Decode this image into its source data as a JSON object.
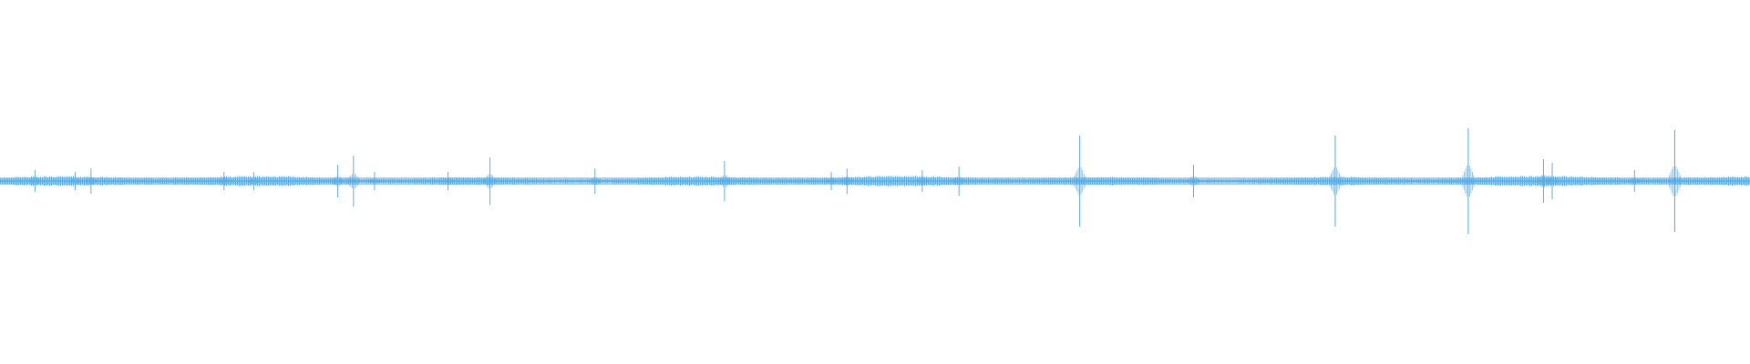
{
  "colors": {
    "background": "#ffffff",
    "waveform": "#5aa8dd"
  },
  "chart_data": {
    "type": "area",
    "title": "",
    "xlabel": "",
    "ylabel": "",
    "xlim": [
      0,
      1
    ],
    "ylim": [
      -1,
      1
    ],
    "grid": false,
    "legend": "none",
    "series": [
      {
        "baseline_amplitude": 0.04,
        "peaks": [
          {
            "x": 0.02,
            "amplitude": 0.06
          },
          {
            "x": 0.043,
            "amplitude": 0.05
          },
          {
            "x": 0.052,
            "amplitude": 0.07
          },
          {
            "x": 0.128,
            "amplitude": 0.05
          },
          {
            "x": 0.145,
            "amplitude": 0.05
          },
          {
            "x": 0.193,
            "amplitude": 0.09
          },
          {
            "x": 0.202,
            "amplitude": 0.14
          },
          {
            "x": 0.214,
            "amplitude": 0.05
          },
          {
            "x": 0.256,
            "amplitude": 0.05
          },
          {
            "x": 0.28,
            "amplitude": 0.13
          },
          {
            "x": 0.34,
            "amplitude": 0.07
          },
          {
            "x": 0.414,
            "amplitude": 0.11
          },
          {
            "x": 0.475,
            "amplitude": 0.05
          },
          {
            "x": 0.484,
            "amplitude": 0.07
          },
          {
            "x": 0.527,
            "amplitude": 0.06
          },
          {
            "x": 0.548,
            "amplitude": 0.08
          },
          {
            "x": 0.617,
            "amplitude": 0.25
          },
          {
            "x": 0.682,
            "amplitude": 0.09
          },
          {
            "x": 0.763,
            "amplitude": 0.25
          },
          {
            "x": 0.839,
            "amplitude": 0.29
          },
          {
            "x": 0.882,
            "amplitude": 0.12
          },
          {
            "x": 0.887,
            "amplitude": 0.1
          },
          {
            "x": 0.934,
            "amplitude": 0.06
          },
          {
            "x": 0.957,
            "amplitude": 0.28
          }
        ]
      }
    ]
  }
}
